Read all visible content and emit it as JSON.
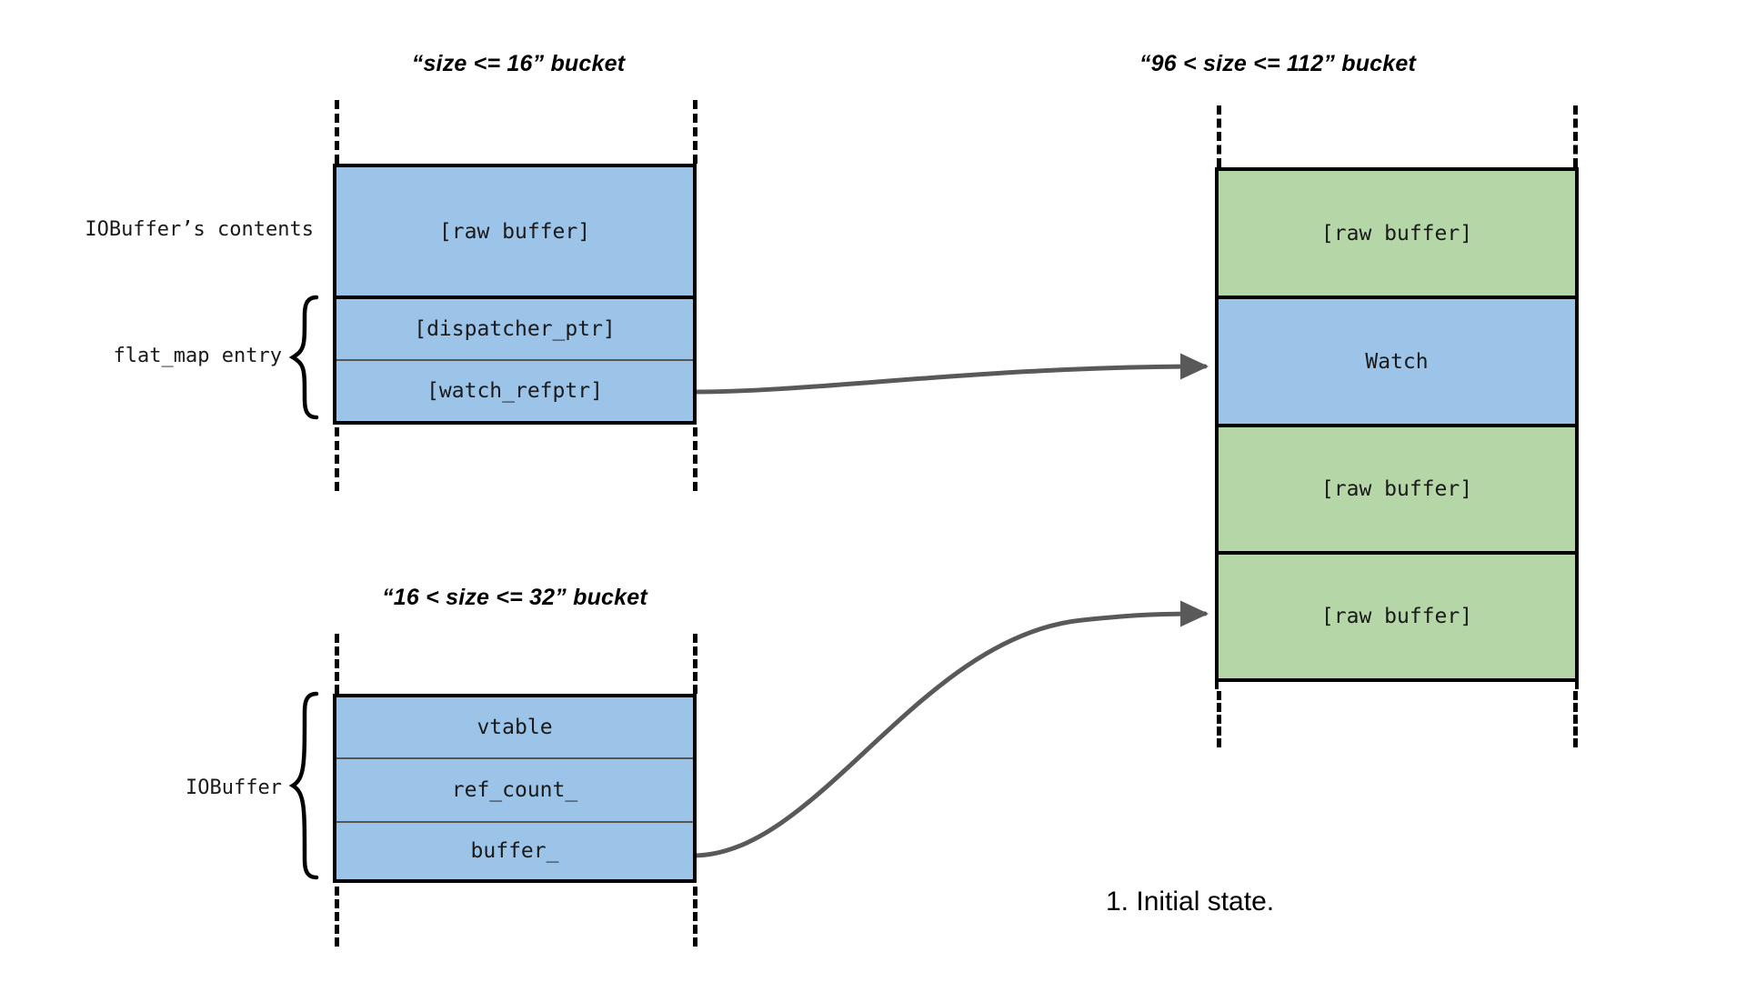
{
  "diagram": {
    "caption": "1. Initial state.",
    "colors": {
      "blue_fill": "#9CC3E8",
      "green_fill": "#B5D6A7",
      "stroke": "#000000",
      "arrow": "#595959",
      "thin_divider": "#555555"
    }
  },
  "buckets": [
    {
      "id": "bucket-size-le-16",
      "title": "“size <= 16” bucket",
      "cells": [
        {
          "label": "[raw buffer]",
          "color": "blue"
        },
        {
          "label": "[dispatcher_ptr]",
          "color": "blue"
        },
        {
          "label": "[watch_refptr]",
          "color": "blue"
        }
      ]
    },
    {
      "id": "bucket-96-lt-size-le-112",
      "title": "“96 < size <= 112” bucket",
      "cells": [
        {
          "label": "[raw buffer]",
          "color": "green"
        },
        {
          "label": "Watch",
          "color": "blue"
        },
        {
          "label": "[raw buffer]",
          "color": "green"
        },
        {
          "label": "[raw buffer]",
          "color": "green"
        }
      ]
    },
    {
      "id": "bucket-16-lt-size-le-32",
      "title": "“16 < size <= 32” bucket",
      "cells": [
        {
          "label": "vtable",
          "color": "blue"
        },
        {
          "label": "ref_count_",
          "color": "blue"
        },
        {
          "label": "buffer_",
          "color": "blue"
        }
      ]
    }
  ],
  "annotations": [
    {
      "id": "iobuffer-contents-label",
      "text": "IOBuffer’s contents"
    },
    {
      "id": "flat-map-entry-label",
      "text": "flat_map entry"
    },
    {
      "id": "iobuffer-label",
      "text": "IOBuffer"
    }
  ]
}
